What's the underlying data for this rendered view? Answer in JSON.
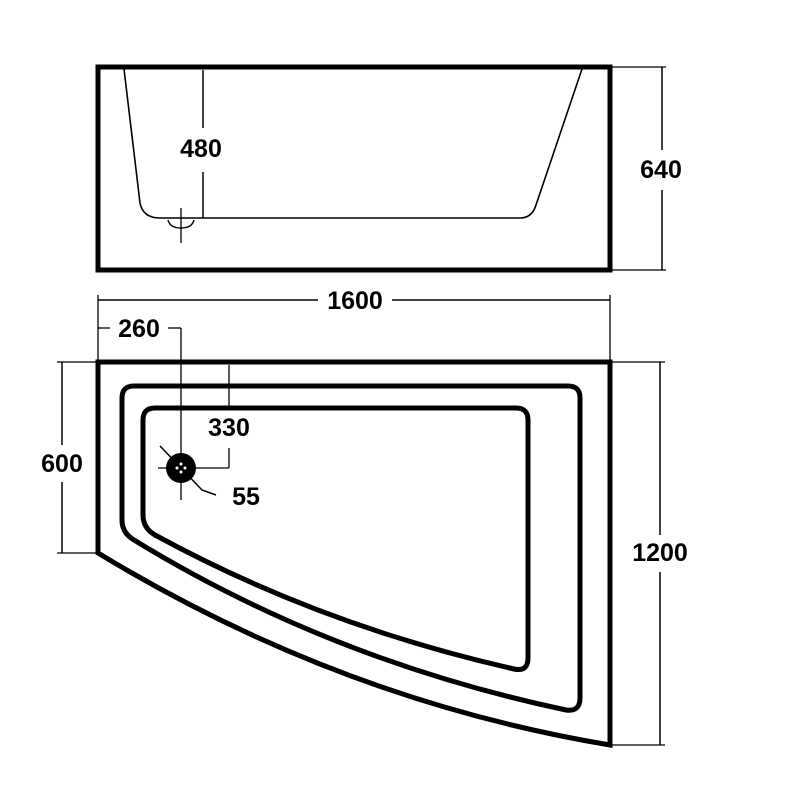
{
  "side_view": {
    "depth_label": "480",
    "height_label": "640"
  },
  "plan_view": {
    "length_label": "1600",
    "drain_offset_x_label": "260",
    "drain_offset_y_label": "330",
    "drain_diameter_label": "55",
    "short_side_label": "600",
    "long_side_label": "1200"
  },
  "colors": {
    "line": "#000000",
    "background": "#ffffff"
  }
}
